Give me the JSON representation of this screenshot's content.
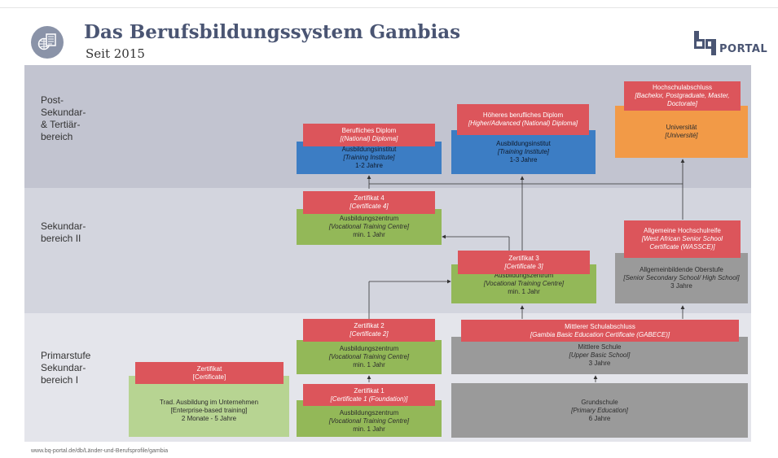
{
  "header": {
    "title": "Das Berufsbildungssystem Gambias",
    "subtitle": "Seit 2015",
    "logo_text": "bq",
    "logo_suffix": "PORTAL"
  },
  "bands": {
    "post": "Post-\nSekundar-\n& Tertiär-\nbereich",
    "sek2": "Sekundar-\nbereich II",
    "prim": "Primarstufe\nSekundar-\nbereich I"
  },
  "boxes": {
    "hochschulabschluss": {
      "title": "Hochschulabschluss",
      "sub": "[Bachelor, Postgraduate, Master, Doctorate]"
    },
    "universitaet": {
      "title": "Universität",
      "sub": "[Université]"
    },
    "hoeheres_diplom": {
      "title": "Höheres berufliches Diplom",
      "sub": "[Higher/Advanced (National) Diploma]"
    },
    "institut_13": {
      "title": "Ausbildungsinstitut",
      "sub": "[Training Institute]",
      "duration": "1-3 Jahre"
    },
    "berufliches_diplom": {
      "title": "Berufliches Diplom",
      "sub": "[(National) Diploma]"
    },
    "institut_12": {
      "title": "Ausbildungsinstitut",
      "sub": "[Training Institute]",
      "duration": "1-2 Jahre"
    },
    "zertifikat4": {
      "title": "Zertifikat 4",
      "sub": "[Certificate 4]"
    },
    "zentrum_4": {
      "title": "Ausbildungszentrum",
      "sub": "[Vocational Training Centre]",
      "duration": "min. 1 Jahr"
    },
    "hochschulreife": {
      "title": "Allgemeine Hochschulreife",
      "sub": "[West African Senior School Certificate (WASSCE)]"
    },
    "oberstufe": {
      "title": "Allgemeinbildende Oberstufe",
      "sub": "[Senior Secondary School/ High School]",
      "duration": "3 Jahre"
    },
    "zertifikat3": {
      "title": "Zertifikat 3",
      "sub": "[Certificate 3]"
    },
    "zentrum_3": {
      "title": "Ausbildungszentrum",
      "sub": "[Vocational Training Centre]",
      "duration": "min. 1 Jahr"
    },
    "zertifikat2": {
      "title": "Zertifikat 2",
      "sub": "[Certificate 2]"
    },
    "zentrum_2": {
      "title": "Ausbildungszentrum",
      "sub": "[Vocational Training Centre]",
      "duration": "min. 1 Jahr"
    },
    "mittlerer_abschluss": {
      "title": "Mittlerer Schulabschluss",
      "sub": "[Gambia Basic Education Certificate (GABECE)]"
    },
    "mittlere_schule": {
      "title": "Mittlere Schule",
      "sub": "[Upper Basic School]",
      "duration": "3 Jahre"
    },
    "zertifikat_trad": {
      "title": "Zertifikat",
      "sub": "[Certificate]"
    },
    "trad_ausbildung": {
      "title": "Trad. Ausbildung im Unternehmen",
      "sub": "[Enterprise-based training]",
      "duration": "2 Monate - 5 Jahre"
    },
    "zertifikat1": {
      "title": "Zertifikat 1",
      "sub": "[Certificate 1 (Foundation)]"
    },
    "zentrum_1": {
      "title": "Ausbildungszentrum",
      "sub": "[Vocational Training Centre]",
      "duration": "min. 1 Jahr"
    },
    "grundschule": {
      "title": "Grundschule",
      "sub": "[Primary Education]",
      "duration": "6 Jahre"
    }
  },
  "footer": "www.bq-portal.de/db/Länder-und-Berufsprofile/gambia",
  "colors": {
    "certificate": "#dc555b",
    "vocational_green": "#93b858",
    "light_green": "#b7d492",
    "institute_blue": "#3c7dc4",
    "university_orange": "#f29a47",
    "school_gray": "#9a9a9a",
    "title_navy": "#4a5573"
  }
}
